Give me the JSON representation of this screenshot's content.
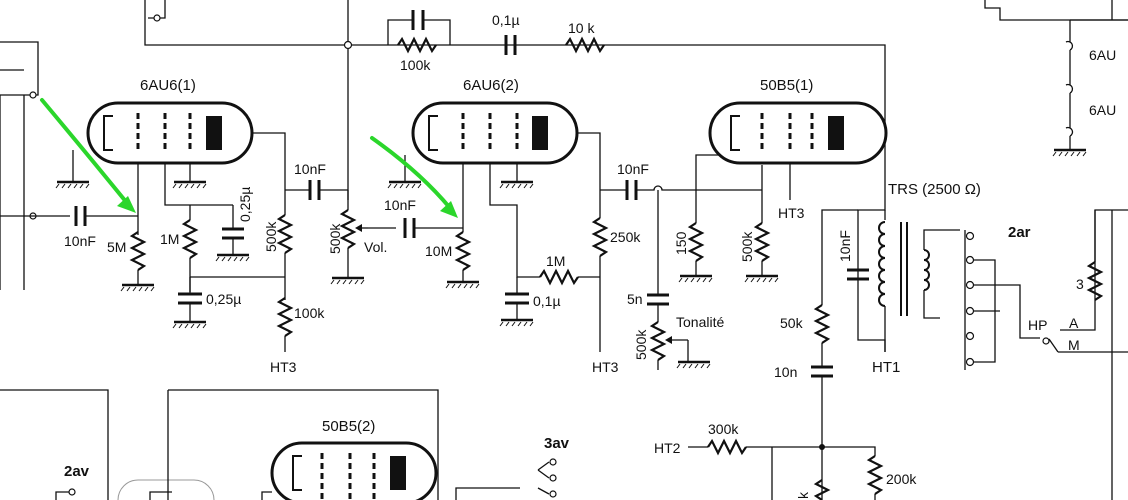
{
  "tubes": {
    "v1": "6AU6(1)",
    "v2": "6AU6(2)",
    "v3": "50B5(1)",
    "v4": "50B5(2)"
  },
  "labels": {
    "cap_01u_top": "0,1µ",
    "res_10k_top": "10 k",
    "res_100k_top": "100k",
    "cap_10nf_1": "10nF",
    "res_5m": "5M",
    "res_1m_a": "1M",
    "cap_025_a": "0,25µ",
    "res_500k_a": "500k",
    "cap_025_b": "0,25µ",
    "res_100k_b": "100k",
    "ht3_a": "HT3",
    "cap_10nf_2": "10nF",
    "pot_500k_vol": "500k",
    "vol": "Vol.",
    "cap_10nf_3": "10nF",
    "res_10m": "10M",
    "res_1m_b": "1M",
    "cap_01u_b": "0,1µ",
    "res_250k": "250k",
    "ht3_b": "HT3",
    "cap_10nf_4": "10nF",
    "res_150": "150",
    "res_500k_b": "500k",
    "ht3_c": "HT3",
    "cap_5n": "5n",
    "pot_500k_tone": "500k",
    "tonalite": "Tonalité",
    "trs": "TRS (2500 Ω)",
    "cap_10nf_5": "10nF",
    "res_50k": "50k",
    "cap_10n": "10n",
    "ht1": "HT1",
    "conn_2ar": "2ar",
    "res_3": "3",
    "hp": "HP",
    "sw_a": "A",
    "sw_m": "M",
    "relay_1": "6AU",
    "relay_2": "6AU",
    "ht2": "HT2",
    "res_300k": "300k",
    "res_200k": "200k",
    "res_k_partial": "k",
    "conn_2av": "2av",
    "conn_3av": "3av"
  },
  "colors": {
    "wire": "#111111",
    "annotation_arrow": "#2bd62b",
    "background": "#ffffff"
  }
}
